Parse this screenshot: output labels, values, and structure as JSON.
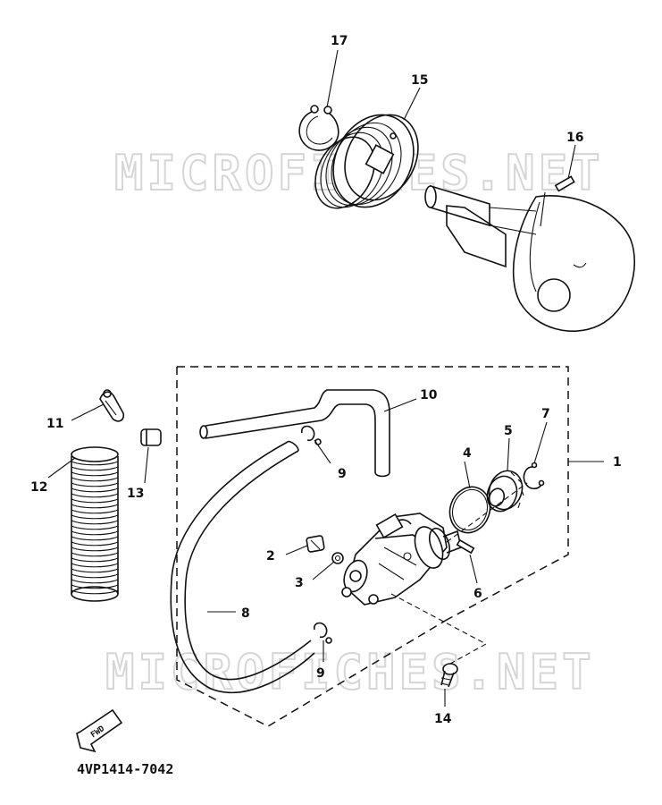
{
  "watermark": {
    "text_top": "MICROFICHES.NET",
    "text_bottom": "MICROFICHES.NET"
  },
  "callouts": {
    "c1": "1",
    "c2": "2",
    "c3": "3",
    "c4": "4",
    "c5": "5",
    "c6": "6",
    "c7": "7",
    "c8": "8",
    "c9a": "9",
    "c9b": "9",
    "c10": "10",
    "c11": "11",
    "c12": "12",
    "c13": "13",
    "c14": "14",
    "c15": "15",
    "c16": "16",
    "c17": "17"
  },
  "fwd_label": "FWD",
  "diagram_code": "4VP1414-7042"
}
